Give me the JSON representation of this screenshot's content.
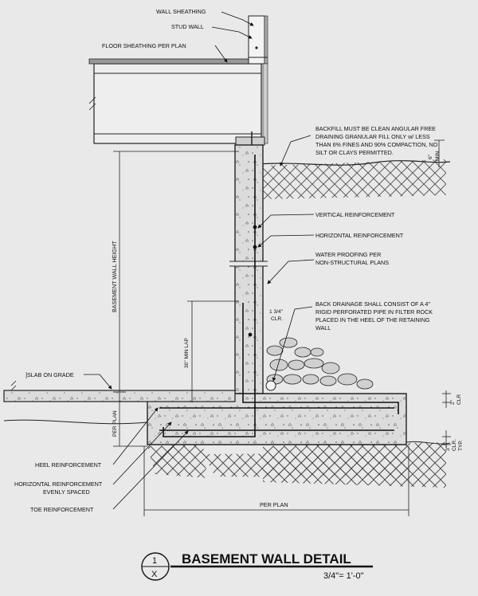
{
  "labels": {
    "wall_sheathing": "WALL SHEATHING",
    "stud_wall": "STUD WALL",
    "floor_sheathing": "FLOOR SHEATHING PER PLAN",
    "backfill": [
      "BACKFILL MUST BE CLEAN ANGULAR FREE",
      "DRAINING GRANULAR FILL ONLY w/ LESS",
      "THAN 6% FINES AND 90% COMPACTION, NO",
      "SILT OR CLAYS PERMITTED."
    ],
    "six_min": [
      "6\"",
      "MIN."
    ],
    "vertical_reinf": "VERTICAL REINFORCEMENT",
    "horizontal_reinf": "HORIZONTAL REINFORCEMENT",
    "waterproofing": [
      "WATER PROOFING PER",
      "NON-STRUCTURAL PLANS"
    ],
    "back_drainage": [
      "BACK DRAINAGE SHALL CONSIST OF A 4\"",
      "RIGID PERFORATED PIPE IN FILTER ROCK",
      "PLACED IN THE HEEL OF THE RETAINING",
      "WALL"
    ],
    "clr_134": [
      "1 3/4\"",
      "CLR."
    ],
    "min_lap": "30\" MIN LAP",
    "basement_wall_height": "BASEMENT WALL HEIGHT",
    "slab_on_grade": "]SLAB ON GRADE",
    "per_plan_vertical": "PER PLAN",
    "per_plan_horizontal": "PER PLAN",
    "clr_2": [
      "2\"",
      "CLR"
    ],
    "clr_3": [
      "3\"",
      "CLR.",
      "TYP."
    ],
    "heel_reinf": "HEEL REINFORCEMENT",
    "horiz_reinf_evenly": [
      "HORIZONTAL REINFORCEMENT",
      "EVENLY SPACED"
    ],
    "toe_reinf": "TOE REINFORCEMENT"
  },
  "title_block": {
    "detail_number": "1",
    "sheet": "X",
    "title": "BASEMENT WALL DETAIL",
    "scale": "3/4\"= 1'-0\""
  }
}
